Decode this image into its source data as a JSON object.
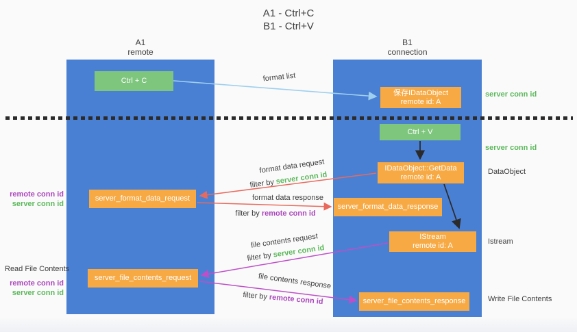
{
  "title": {
    "line1": "A1 - Ctrl+C",
    "line2": "B1 - Ctrl+V"
  },
  "colors": {
    "lane_blue": "#4a80d4",
    "box_orange": "#f7a944",
    "box_green": "#7ec57e",
    "arrow_light_blue": "#9ecfee",
    "arrow_red": "#e96a5d",
    "arrow_purple": "#bd4fc8",
    "arrow_black": "#2b2b2b",
    "text_green": "#5cb85c",
    "text_purple": "#ab47bc"
  },
  "lanes": {
    "left": {
      "id_label": "A1",
      "sub_label": "remote"
    },
    "right": {
      "id_label": "B1",
      "sub_label": "connection"
    }
  },
  "nodes": {
    "ctrl_c": "Ctrl + C",
    "ctrl_v": "Ctrl + V",
    "save_dataobject": {
      "line1": "保存IDataObject",
      "line2": "remote id: A"
    },
    "getdata": {
      "line1": "IDataObject::GetData",
      "line2": "remote id: A"
    },
    "istream": {
      "line1": "IStream",
      "line2": "remote id: A"
    },
    "format_request": "server_format_data_request",
    "format_response": "server_format_data_response",
    "file_request": "server_file_contents_request",
    "file_response": "server_file_contents_response"
  },
  "labels": {
    "format_list": "format list",
    "format_data_request": "format data request",
    "format_data_response": "format data response",
    "file_contents_request": "file contents request",
    "file_contents_response": "file contents response",
    "filter_by": "filter by ",
    "server_conn_id": "server conn id",
    "remote_conn_id": "remote conn id",
    "dataobject": "DataObject",
    "istream": "Istream",
    "read_file_contents": "Read File Contents",
    "write_file_contents": "Write File Contents"
  }
}
